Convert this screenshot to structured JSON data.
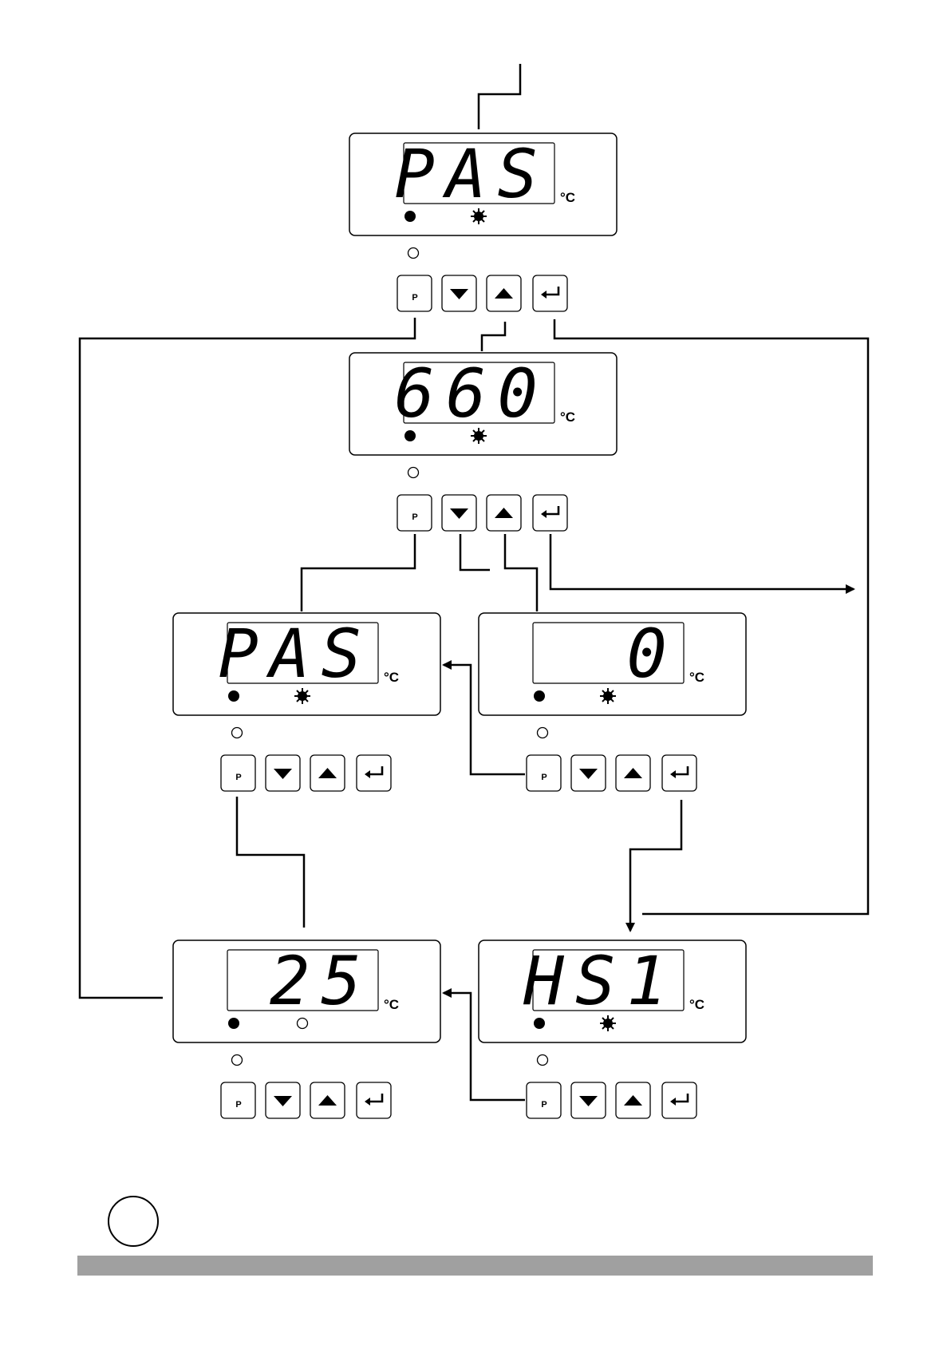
{
  "units": {
    "celsius": "°C"
  },
  "key_labels": {
    "program": "P"
  },
  "panels": [
    {
      "id": "top-pas",
      "display": "PAS",
      "led2": "sun-icon"
    },
    {
      "id": "setpoint-660",
      "display": "660",
      "led2": "sun-icon"
    },
    {
      "id": "left-pas",
      "display": "PAS",
      "led2": "sun-icon"
    },
    {
      "id": "right-zero",
      "display": "0",
      "led2": "sun-icon"
    },
    {
      "id": "bottom-25",
      "display": "25",
      "led2": "empty-circle"
    },
    {
      "id": "bottom-hs1",
      "display": "HS1",
      "led2": "sun-icon"
    }
  ],
  "footer": {
    "bar_color": "#a0a0a0"
  }
}
